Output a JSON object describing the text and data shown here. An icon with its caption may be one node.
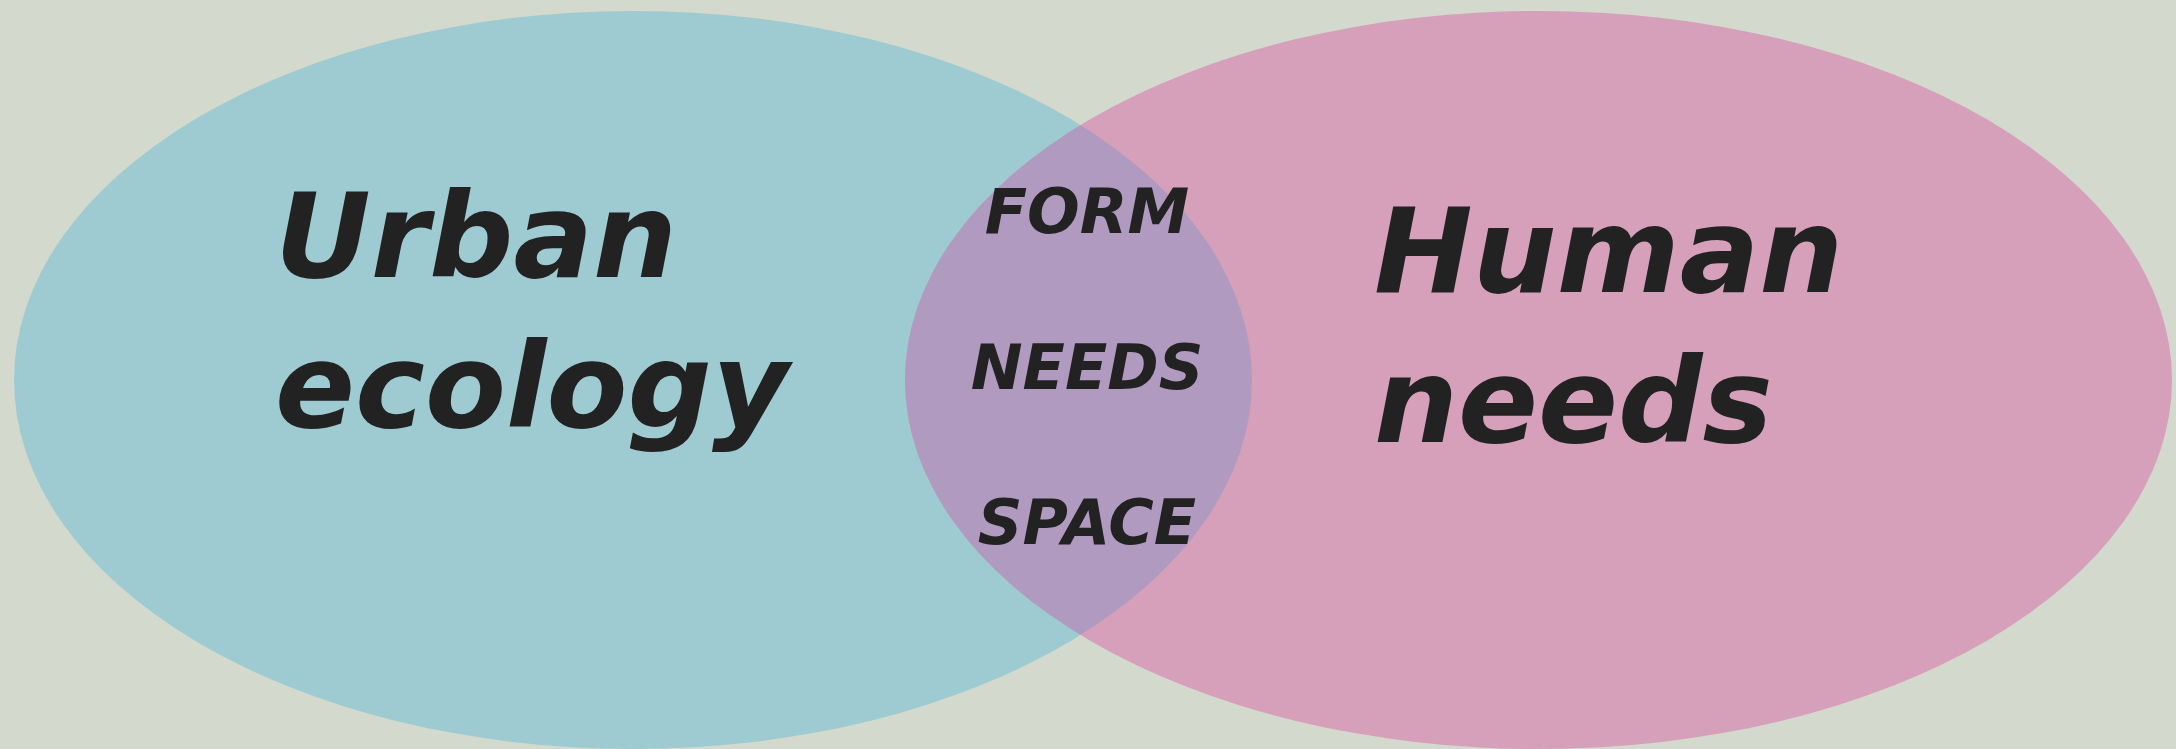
{
  "diagram": {
    "nodes": [
      {
        "text": [
          "Urban ecology"
        ]
      },
      {
        "text": [
          "Human needs"
        ]
      }
    ],
    "labels": [
      "FORM",
      "NEEDS",
      "SPACE"
    ]
  }
}
